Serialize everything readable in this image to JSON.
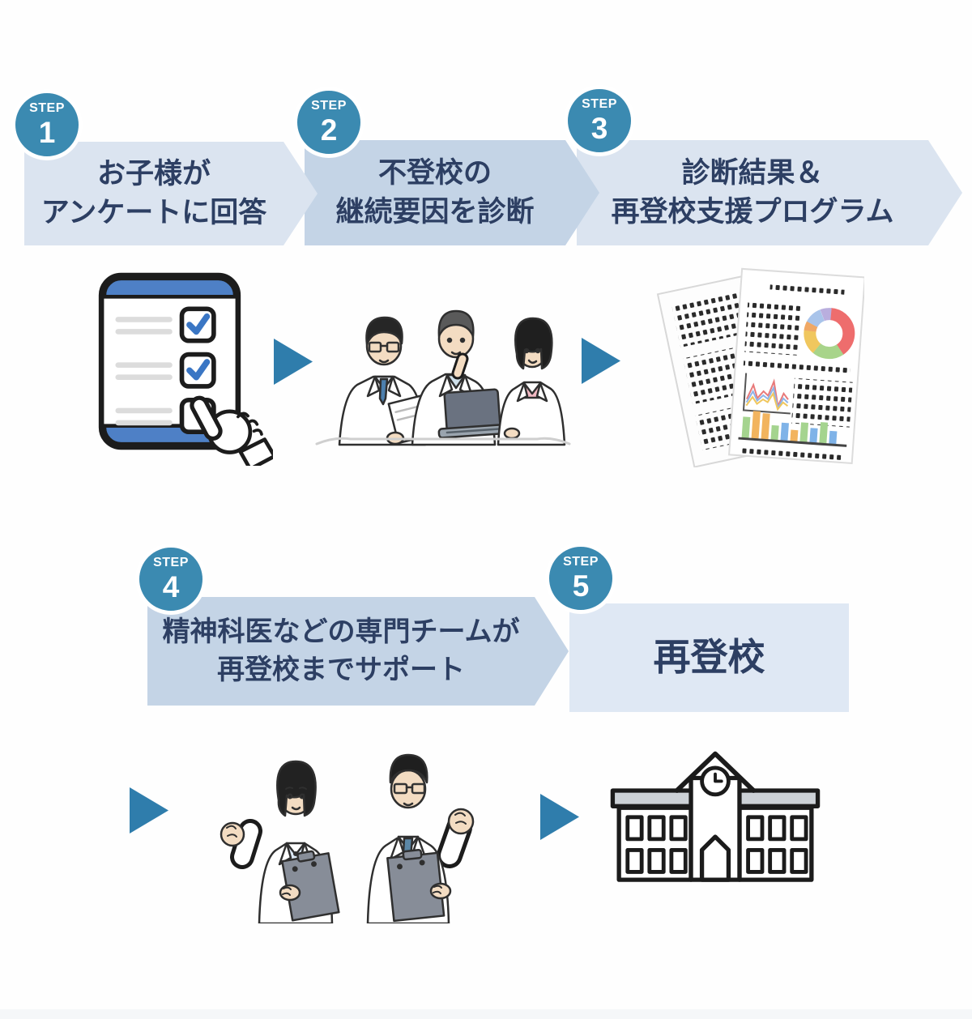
{
  "colors": {
    "step_circle": "#3b8ab1",
    "banner_light": "#dbe4f0",
    "banner_mid": "#c4d4e6",
    "banner_lighter": "#dfe8f4",
    "text_navy": "#2d3f63",
    "arrow_blue": "#2f7dac"
  },
  "steps": [
    {
      "badge": "STEP",
      "number": "1",
      "line1": "お子様が",
      "line2": "アンケートに回答"
    },
    {
      "badge": "STEP",
      "number": "2",
      "line1": "不登校の",
      "line2": "継続要因を診断"
    },
    {
      "badge": "STEP",
      "number": "3",
      "line1": "診断結果＆",
      "line2": "再登校支援プログラム"
    },
    {
      "badge": "STEP",
      "number": "4",
      "line1": "精神科医などの専門チームが",
      "line2": "再登校までサポート"
    },
    {
      "badge": "STEP",
      "number": "5",
      "line1": "再登校",
      "line2": ""
    }
  ],
  "illustrations": {
    "step1": "smartphone-survey-checklist",
    "step2": "specialist-team-meeting",
    "step3": "diagnosis-report-documents",
    "step4": "support-doctors-cheering",
    "step5": "school-building"
  }
}
